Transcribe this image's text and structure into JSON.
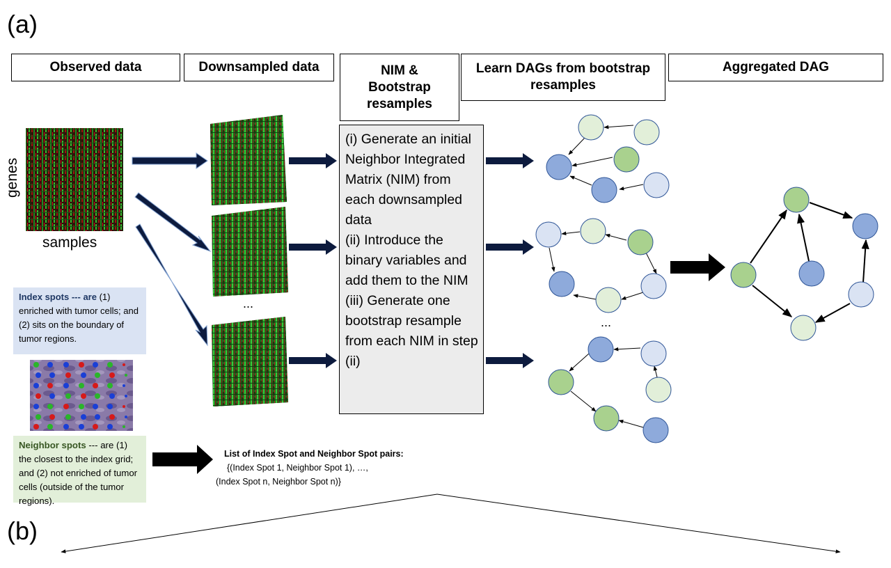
{
  "panel_a": "(a)",
  "panel_b": "(b)",
  "headers": {
    "observed": "Observed data",
    "downsampled": "Downsampled data",
    "nim": "NIM & Bootstrap resamples",
    "learn": "Learn DAGs from bootstrap resamples",
    "aggregated": "Aggregated DAG"
  },
  "axis": {
    "genes": "genes",
    "samples": "samples"
  },
  "ellipsis_down": "...",
  "ellipsis_dag": "...",
  "steps": {
    "s1": "(i) Generate an initial Neighbor Integrated Matrix (NIM) from each downsampled data",
    "s2": "(ii) Introduce the binary variables and add them to the NIM",
    "s3": "(iii) Generate one bootstrap resample from each NIM in step (ii)"
  },
  "index_spots": {
    "bold": "Index spots --- are",
    "rest": " (1) enriched with tumor cells; and (2) sits on the boundary of tumor regions."
  },
  "neighbor_spots": {
    "bold": "Neighbor spots",
    "rest": " --- are (1) the closest to the index grid; and (2) not enriched of tumor cells (outside of the tumor regions)."
  },
  "pairs": {
    "title": "List of Index Spot and Neighbor Spot pairs:",
    "line1": " {(Index Spot 1, Neighbor Spot 1), …,",
    "line2": "(Index Spot n, Neighbor Spot n)}"
  },
  "colors": {
    "blue_node": "#8eaadb",
    "green_node": "#a9d18e",
    "light_green_node": "#e2efd9",
    "light_blue_node": "#dae3f3",
    "node_stroke": "#2f5597",
    "index_box": "#dae3f3",
    "neighbor_box": "#e2efd9",
    "index_title": "#1f3864",
    "neighbor_title": "#385723",
    "arrow": "#000000"
  }
}
